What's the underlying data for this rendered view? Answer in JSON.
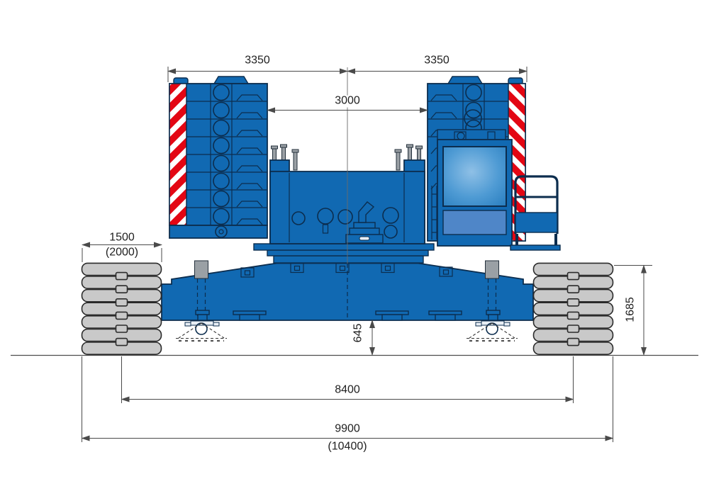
{
  "diagram": {
    "type": "technical-dimension-drawing",
    "subject": "crawler-crane-rear-view",
    "units": "mm",
    "dimensions": {
      "counterweight_left_halfwidth": "3350",
      "counterweight_right_halfwidth": "3350",
      "inner_clearance_width": "3000",
      "track_shoe_width": "1500",
      "track_shoe_width_optional": "(2000)",
      "track_height": "1685",
      "ground_clearance": "645",
      "track_center_distance": "8400",
      "overall_track_width": "9900",
      "overall_track_width_optional": "(10400)"
    },
    "colors": {
      "body_blue": "#1169b2",
      "outline_navy": "#0c2d4e",
      "hazard_red": "#e30613",
      "track_gray": "#c9c9c9",
      "window_blue": "#5b9bd0",
      "dim_line": "#4a4a4a",
      "text": "#1f1f1f",
      "background": "#ffffff"
    }
  }
}
